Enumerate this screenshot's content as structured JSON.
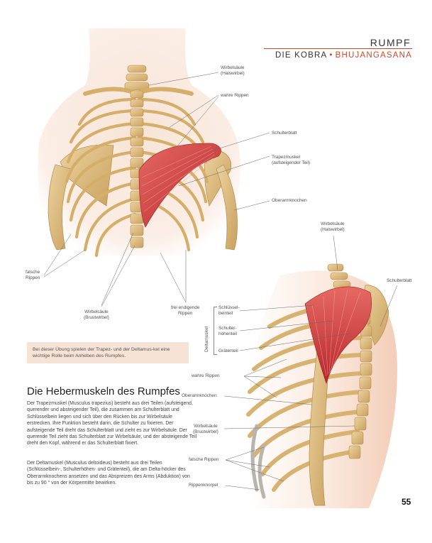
{
  "header": {
    "section": "RUMPF",
    "title": "DIE KOBRA",
    "separator": "•",
    "subtitle": "BHUJANGASANA"
  },
  "figure_top_labels": {
    "wirbelsaeule_hals": "Wirbelsäule\n(Halswirbel)",
    "wahre_rippen": "wahre Rippen",
    "schulterblatt": "Schulterblatt",
    "trapezmuskel": "Trapezmuskel\n(aufsteigender Teil)",
    "oberarmknochen": "Oberarmknochen",
    "falsche_rippen": "falsche\nRippen",
    "wirbelsaeule_brust": "Wirbelsäule\n(Brustwirbel)",
    "frei_endigende_rippen": "frei endigende\nRippen"
  },
  "figure_side_labels": {
    "wirbelsaeule_hals": "Wirbelsäule\n(Halswirbel)",
    "schulterblatt": "Schulterblatt",
    "deltamuskel": "Deltamuskel",
    "schluesselbeinteil": "Schlüssel-\nbeinteil",
    "schulterhoehenteil": "Schulter-\nhöhenteil",
    "graetenteil": "Grätenteil",
    "wahre_rippen": "wahre Rippen",
    "oberarmknochen": "Oberarmknochen",
    "wirbelsaeule_brust": "Wirbelsäule\n(Brustwirbel)",
    "falsche_rippen": "falsche Rippen",
    "rippenknorpel": "Rippenknorpel"
  },
  "note": "Bei dieser Übung spielen der Trapez- und der Deltamus-kel eine wichtige Rolle beim Anheben des Rumpfes.",
  "section_title": "Die Hebermuskeln des Rumpfes",
  "paragraph1": "Der Trapezmuskel (Musculus trapezius) besteht aus drei Teilen (aufsteigend, querender und absteigender Teil), die zusammen am Schulterblatt und Schlüsselbein liegen und sich über den Rücken bis zur Wirbelsäule erstrecken. Ihre Funktion besteht darin, die Schulter zu fixieren. Der aufsteigende Teil dreht das Schulterblatt und zieht es zur Wirbelsäule. Der querende Teil zieht das Schulterblatt zur Wirbelsäule, und der absteigende Teil dreht den Kopf, während er das Schulterblatt fixiert.",
  "paragraph2": "Der Deltamuskel (Musculus deltoideus) besteht aus drei Teilen (Schlüsselbein-, Schulterhöhen- und Grätenteil), die am Delta-höcker des Oberarmknochens ansetzen und das Abspreizen des Arms (Abduktion) von bis zu 90 ° von der Körpermitte bewirken.",
  "page_number": "55",
  "colors": {
    "accent": "#c94a2f",
    "bone": "#d9b779",
    "muscle": "#cf3b3b",
    "skin": "#f6dccd",
    "note_bg": "#f7e3d6"
  }
}
